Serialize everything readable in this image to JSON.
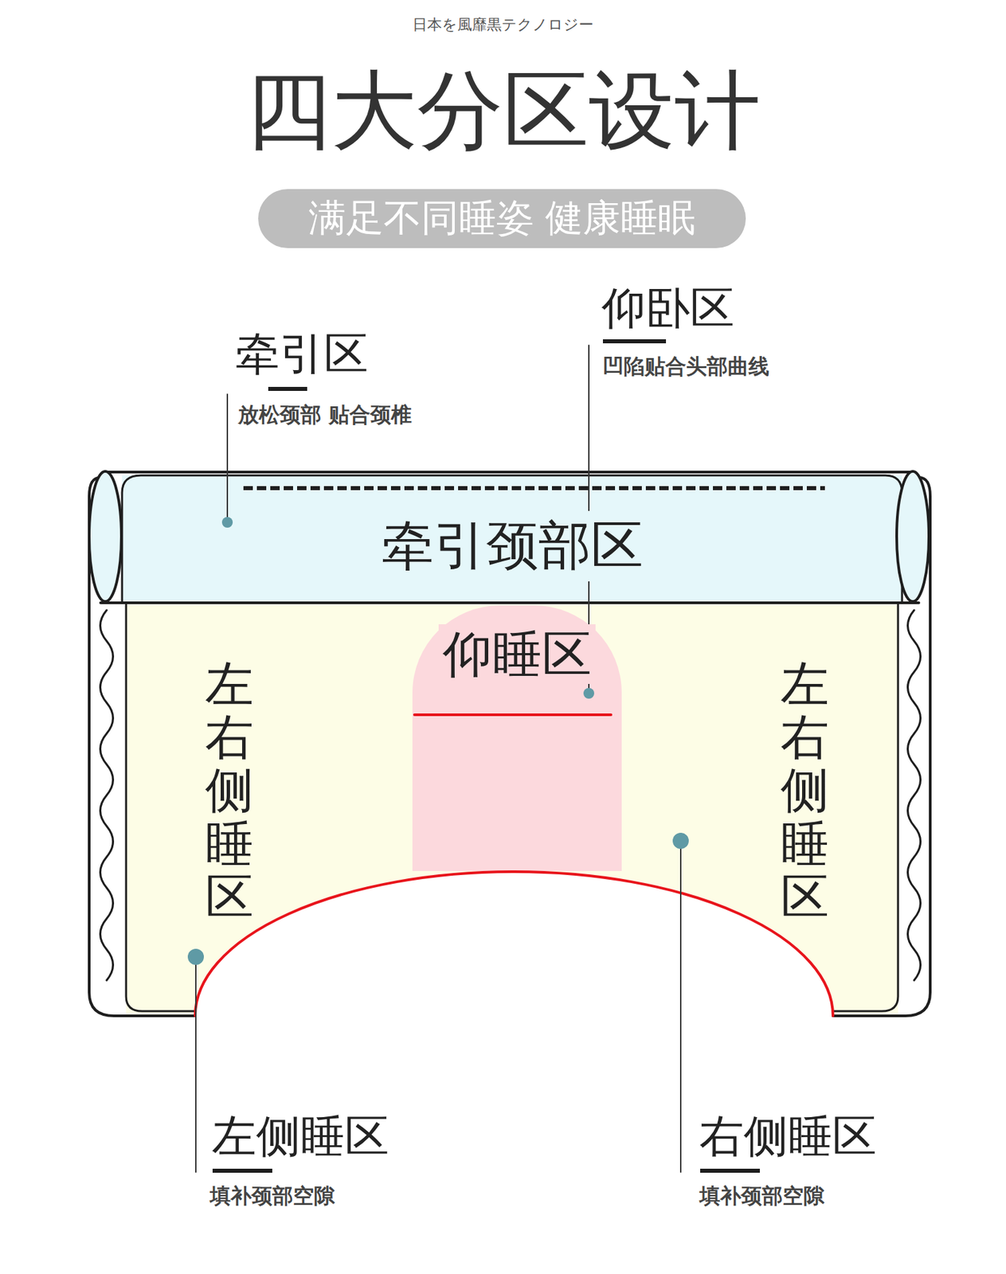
{
  "diagram": {
    "title": "四大分区设计",
    "nodes": [
      {
        "text": [
          "满足不同睡姿 健康睡眠"
        ]
      },
      {
        "text": [
          "牵引颈部区"
        ]
      },
      {
        "text": [
          "左右侧睡区",
          "左右侧睡区"
        ]
      },
      {
        "text": [
          "仰睡区"
        ],
        "in": 2
      }
    ],
    "labels": [
      "日本を風靡黒テクノロジー",
      "牵引区",
      "放松颈部 贴合颈椎",
      "仰卧区",
      "凹陷贴合头部曲线",
      "左侧睡区",
      "填补颈部空隙",
      "右侧睡区",
      "填补颈部空隙"
    ]
  }
}
